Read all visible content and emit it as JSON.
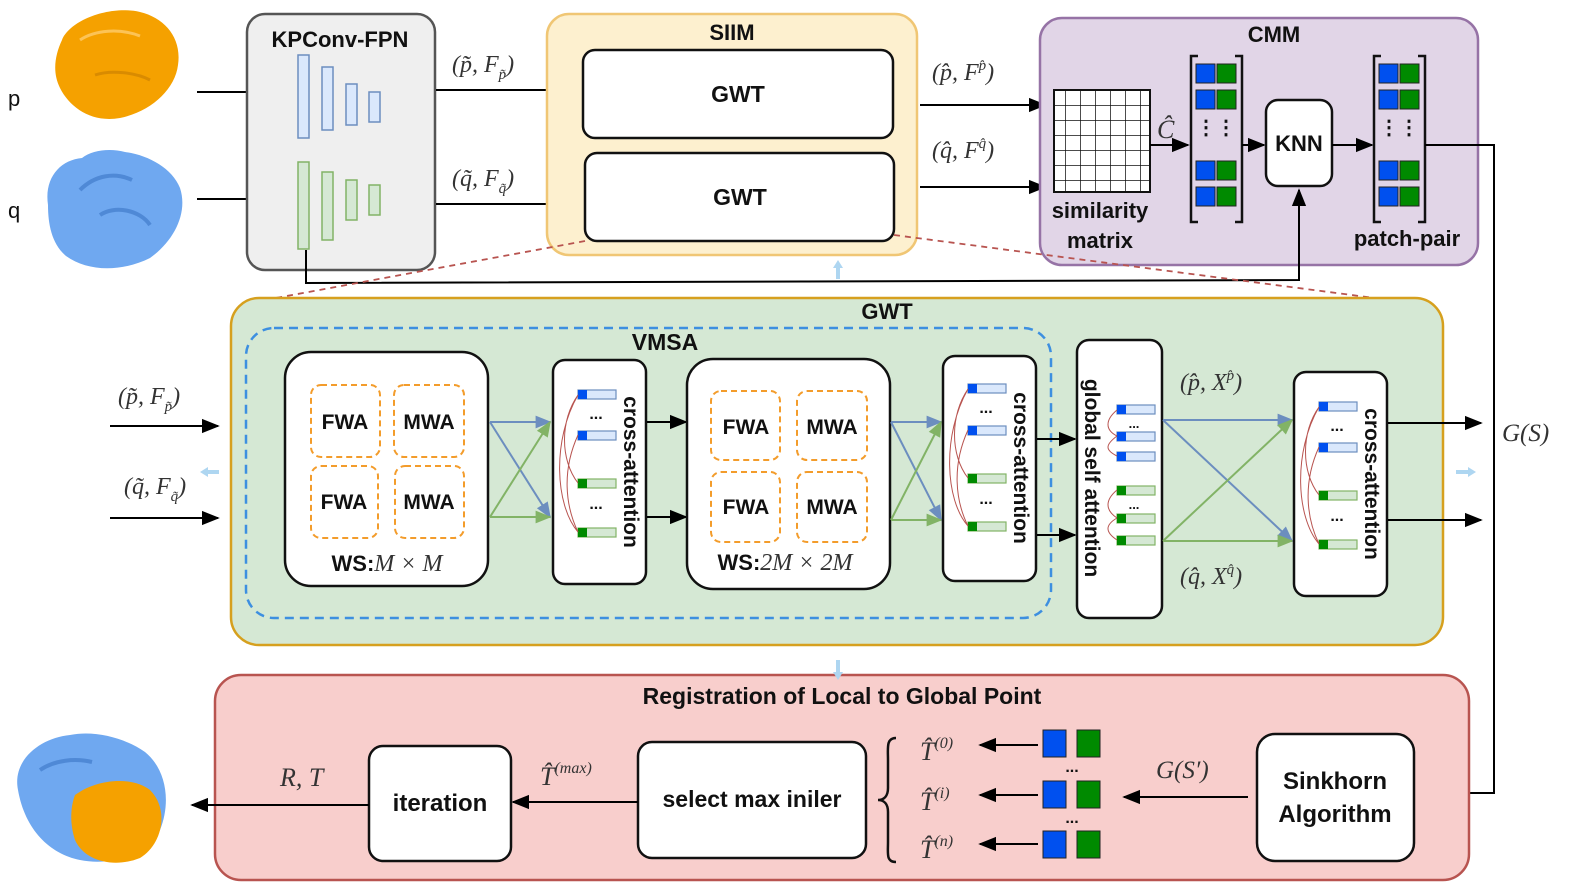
{
  "inputs": {
    "p_label": "p",
    "q_label": "q"
  },
  "kpconv": {
    "title": "KPConv-FPN"
  },
  "siim": {
    "title": "SIIM",
    "gwt_top": "GWT",
    "gwt_bottom": "GWT"
  },
  "cmm": {
    "title": "CMM",
    "similarity_line1": "similarity",
    "similarity_line2": "matrix",
    "knn": "KNN",
    "patch_pair": "patch-pair",
    "c_hat": "Ĉ"
  },
  "gwt": {
    "title": "GWT",
    "vmsa": "VMSA",
    "fwa": "FWA",
    "mwa": "MWA",
    "ws1": "WS:",
    "ws1_math": "M × M",
    "ws2": "WS:",
    "ws2_math": "2M × 2M",
    "cross_attention": "cross-attention",
    "global_self_attention": "global self attention",
    "dots": "..."
  },
  "registration": {
    "title": "Registration of Local to Global Point",
    "sinkhorn_line1": "Sinkhorn",
    "sinkhorn_line2": "Algorithm",
    "select": "select max iniler",
    "iteration": "iteration",
    "r_t": "R, T",
    "t_max": "T̂",
    "t_max_sup": "(max)",
    "t0": "T̂",
    "t0_sup": "(0)",
    "ti": "T̂",
    "ti_sup": "(i)",
    "tn": "T̂",
    "tn_sup": "(n)",
    "g_s_prime": "G(S′)"
  },
  "math": {
    "p_tilde_pair": "(p̃, F",
    "p_tilde_sub": "p̃",
    "q_tilde_pair": "(q̃, F",
    "q_tilde_sub": "q̃",
    "p_hat_pair": "(p̂, F",
    "p_hat_sup": "p̂",
    "q_hat_pair": "(q̂, F",
    "q_hat_sup": "q̂",
    "p_hat_x": "(p̂, X",
    "q_hat_x": "(q̂, X",
    "g_s": "G(S)",
    "close": ")"
  },
  "colors": {
    "kpconv_bg": "#efefef",
    "siim_bg": "#fdf0cf",
    "siim_border": "#f0c674",
    "cmm_bg": "#e1d5e7",
    "cmm_border": "#9673a6",
    "gwt_bg": "#d5e8d4",
    "gwt_border": "#d6a01e",
    "vmsa_border": "#3d8fe0",
    "reg_bg": "#f8cecc",
    "reg_border": "#b85450",
    "window_border": "#f39c2b",
    "blue_feature": "#dae8fc",
    "blue_border": "#6c8ebf",
    "green_feature": "#d5e8d4",
    "green_border": "#82b366",
    "blue_solid": "#0050ef",
    "green_solid": "#008a00",
    "point_orange": "#f5a100",
    "point_blue": "#6fa8f0"
  }
}
